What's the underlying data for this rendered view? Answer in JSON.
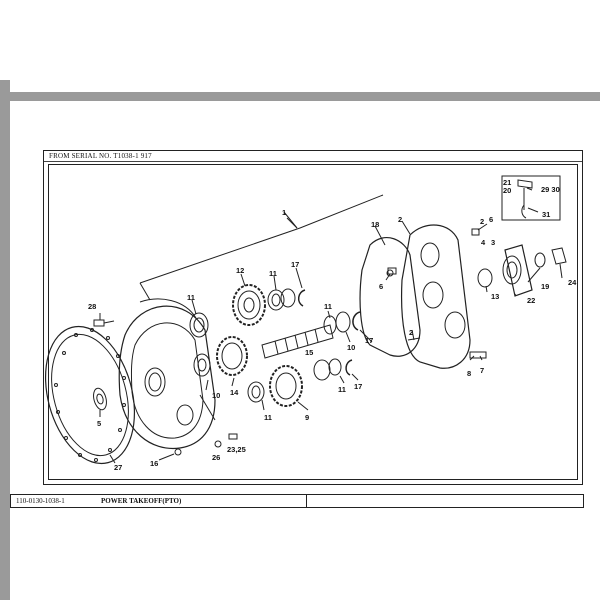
{
  "header": {
    "serial": "FROM SERIAL NO. T1038-1 917"
  },
  "footer": {
    "code": "110-0130-1038-1",
    "title": "POWER TAKEOFF(PTO)"
  },
  "callouts": [
    "1",
    "2",
    "2",
    "2",
    "3",
    "4",
    "5",
    "6",
    "6",
    "7",
    "8",
    "9",
    "10",
    "10",
    "11",
    "11",
    "11",
    "11",
    "11",
    "12",
    "13",
    "14",
    "15",
    "16",
    "17",
    "17",
    "17",
    "18",
    "19",
    "20",
    "21",
    "22",
    "23,25",
    "24",
    "26",
    "27",
    "28",
    "29 30",
    "31"
  ]
}
